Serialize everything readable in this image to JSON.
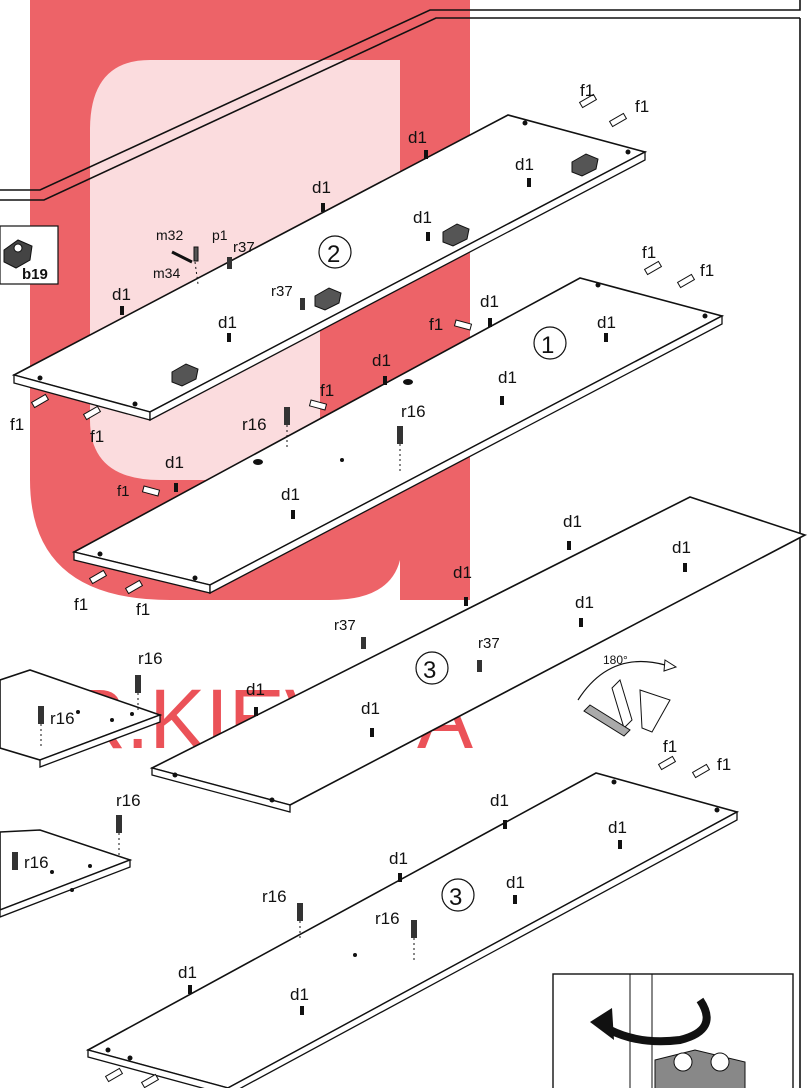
{
  "watermark": {
    "text": "OR.KIEV.UA",
    "color": "#e8343b"
  },
  "panel_numbers": {
    "panel_1": "1",
    "panel_2": "2",
    "panel_3a": "3",
    "panel_3b": "3"
  },
  "callout_b19": "b19",
  "rotation": {
    "angle": "180°"
  },
  "parts": {
    "f1": "f1",
    "d1": "d1",
    "r16": "r16",
    "r37": "r37",
    "m32": "m32",
    "m34": "m34",
    "p1": "p1"
  },
  "colors": {
    "line": "#111111",
    "background": "#ffffff"
  }
}
